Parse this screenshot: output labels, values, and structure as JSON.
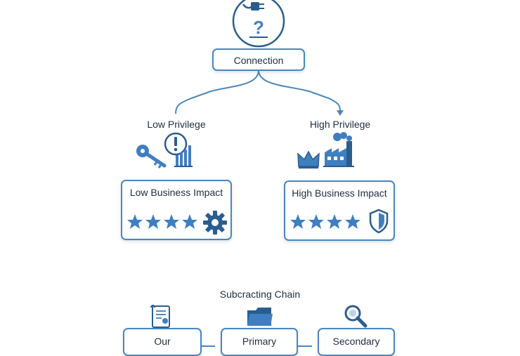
{
  "root": {
    "label": "Connection",
    "icon": "plug-question-icon"
  },
  "branches": [
    {
      "label": "Low Privilege",
      "icons": [
        "key-icon",
        "alert-icon",
        "bar-chart-icon"
      ],
      "card": {
        "title": "Low Business Impact",
        "rating": 4,
        "icon": "gear-icon"
      }
    },
    {
      "label": "High Privilege",
      "icons": [
        "crown-icon",
        "factory-icon"
      ],
      "card": {
        "title": "High Business Impact",
        "rating": 4,
        "icon": "shield-icon"
      }
    }
  ],
  "chain": {
    "title": "Subcracting Chain",
    "nodes": [
      {
        "label": "Our",
        "icon": "document-icon"
      },
      {
        "label": "Primary",
        "icon": "folder-icon"
      },
      {
        "label": "Secondary",
        "icon": "magnifier-icon"
      }
    ]
  },
  "colors": {
    "accent": "#4a86bd",
    "dark_icon": "#2a5d8f",
    "fill": "#3f7fc0"
  }
}
